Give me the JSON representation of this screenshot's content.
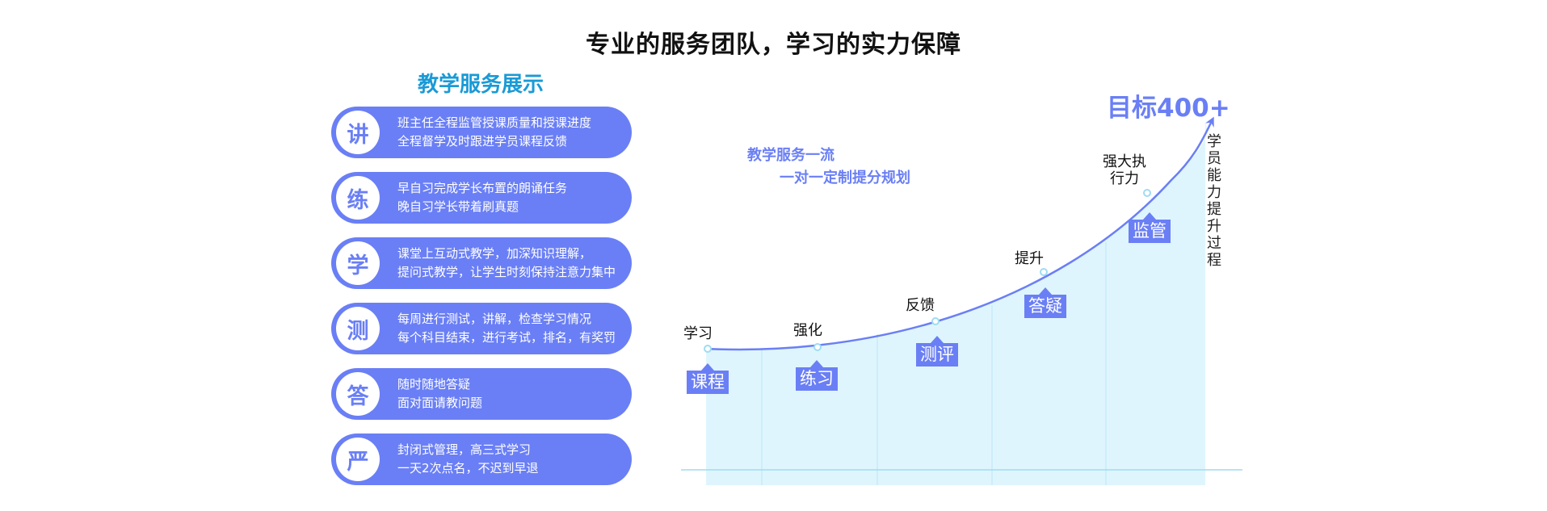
{
  "header": {
    "title": "专业的服务团队，学习的实力保障",
    "section_title": "教学服务展示"
  },
  "services": [
    {
      "badge": "讲",
      "line1": "班主任全程监管授课质量和授课进度",
      "line2": "全程督学及时跟进学员课程反馈"
    },
    {
      "badge": "练",
      "line1": "早自习完成学长布置的朗诵任务",
      "line2": "晚自习学长带着刷真题"
    },
    {
      "badge": "学",
      "line1": "课堂上互动式教学，加深知识理解，",
      "line2": "提问式教学，让学生时刻保持注意力集中"
    },
    {
      "badge": "测",
      "line1": "每周进行测试，讲解，检查学习情况",
      "line2": "每个科目结束，进行考试，排名，有奖罚"
    },
    {
      "badge": "答",
      "line1": "随时随地答疑",
      "line2": "面对面请教问题"
    },
    {
      "badge": "严",
      "line1": "封闭式管理，高三式学习",
      "line2": "一天2次点名，不迟到早退"
    }
  ],
  "growth": {
    "slogan_line1": "教学服务一流",
    "slogan_line2": "一对一定制提分规划",
    "goal": "目标400+",
    "axis_label": "学员能力提升过程",
    "stages": [
      {
        "label": "学习",
        "tag": "课程"
      },
      {
        "label": "强化",
        "tag": "练习"
      },
      {
        "label": "反馈",
        "tag": "测评"
      },
      {
        "label": "提升",
        "tag": "答疑"
      },
      {
        "label": "强大执行力",
        "tag": "监管"
      }
    ]
  },
  "colors": {
    "accent": "#6a7ff5",
    "section_title": "#1a9ad6",
    "area_fill": "#dff5fd",
    "grid": "#b8e6f7"
  }
}
